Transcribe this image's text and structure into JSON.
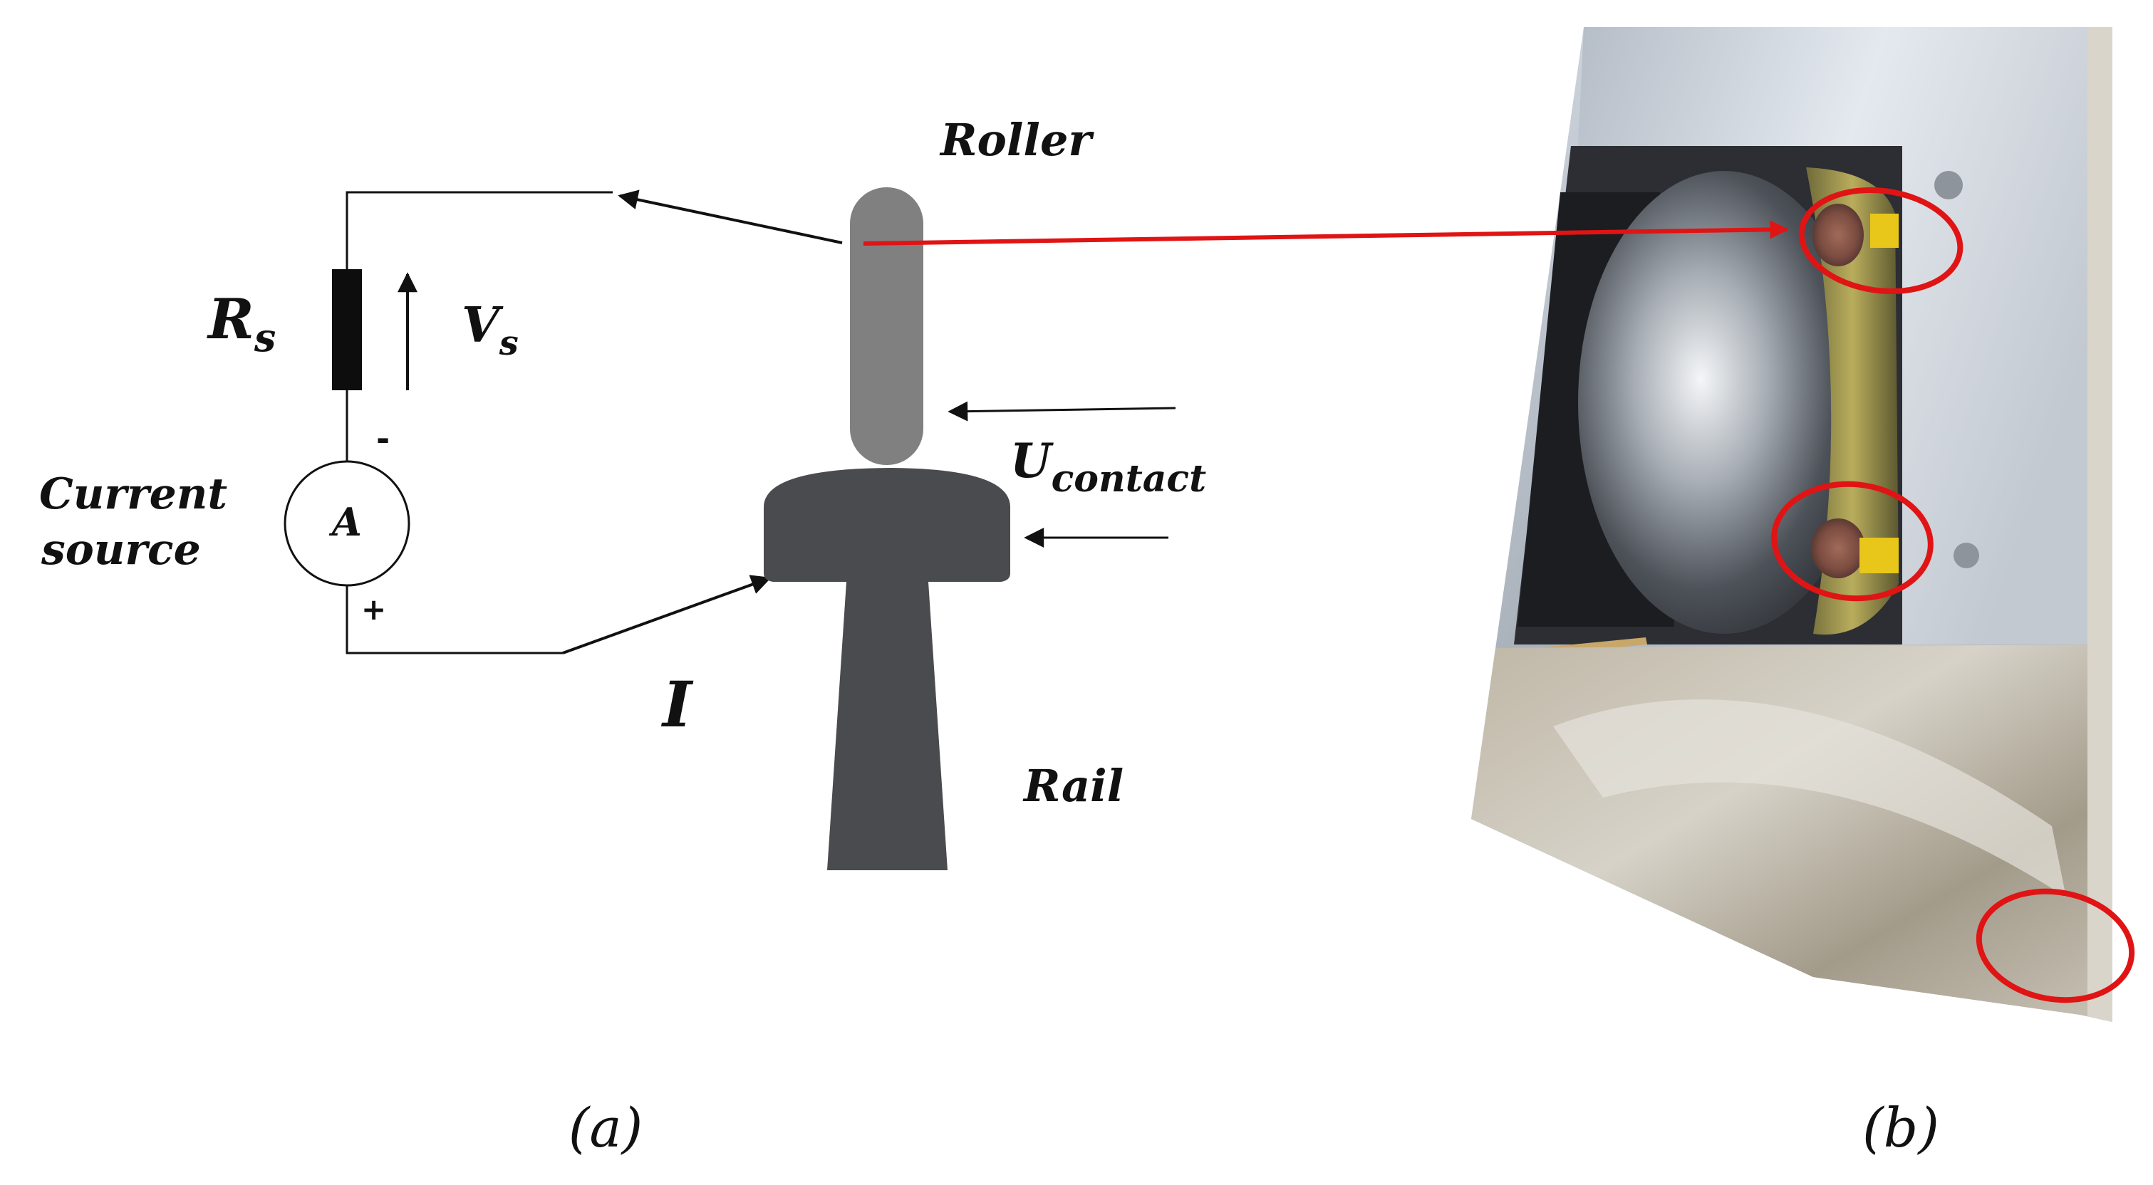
{
  "panel_a": {
    "labels": {
      "roller": "Roller",
      "rail": "Rail",
      "current_source_line1": "Current",
      "current_source_line2": "source",
      "ammeter": "A",
      "minus": "-",
      "plus": "+",
      "resistor_main": "R",
      "resistor_sub": "s",
      "voltage_main": "V",
      "voltage_sub": "s",
      "contact_main": "U",
      "contact_sub": "contact",
      "current": "I"
    },
    "caption": "(a)"
  },
  "panel_b": {
    "caption": "(b)",
    "highlight_color": "#e01414",
    "highlight_count": 3
  },
  "colors": {
    "roller": "#808080",
    "rail": "#4a4b4e",
    "wire": "#111111",
    "link_arrow": "#e01414"
  }
}
